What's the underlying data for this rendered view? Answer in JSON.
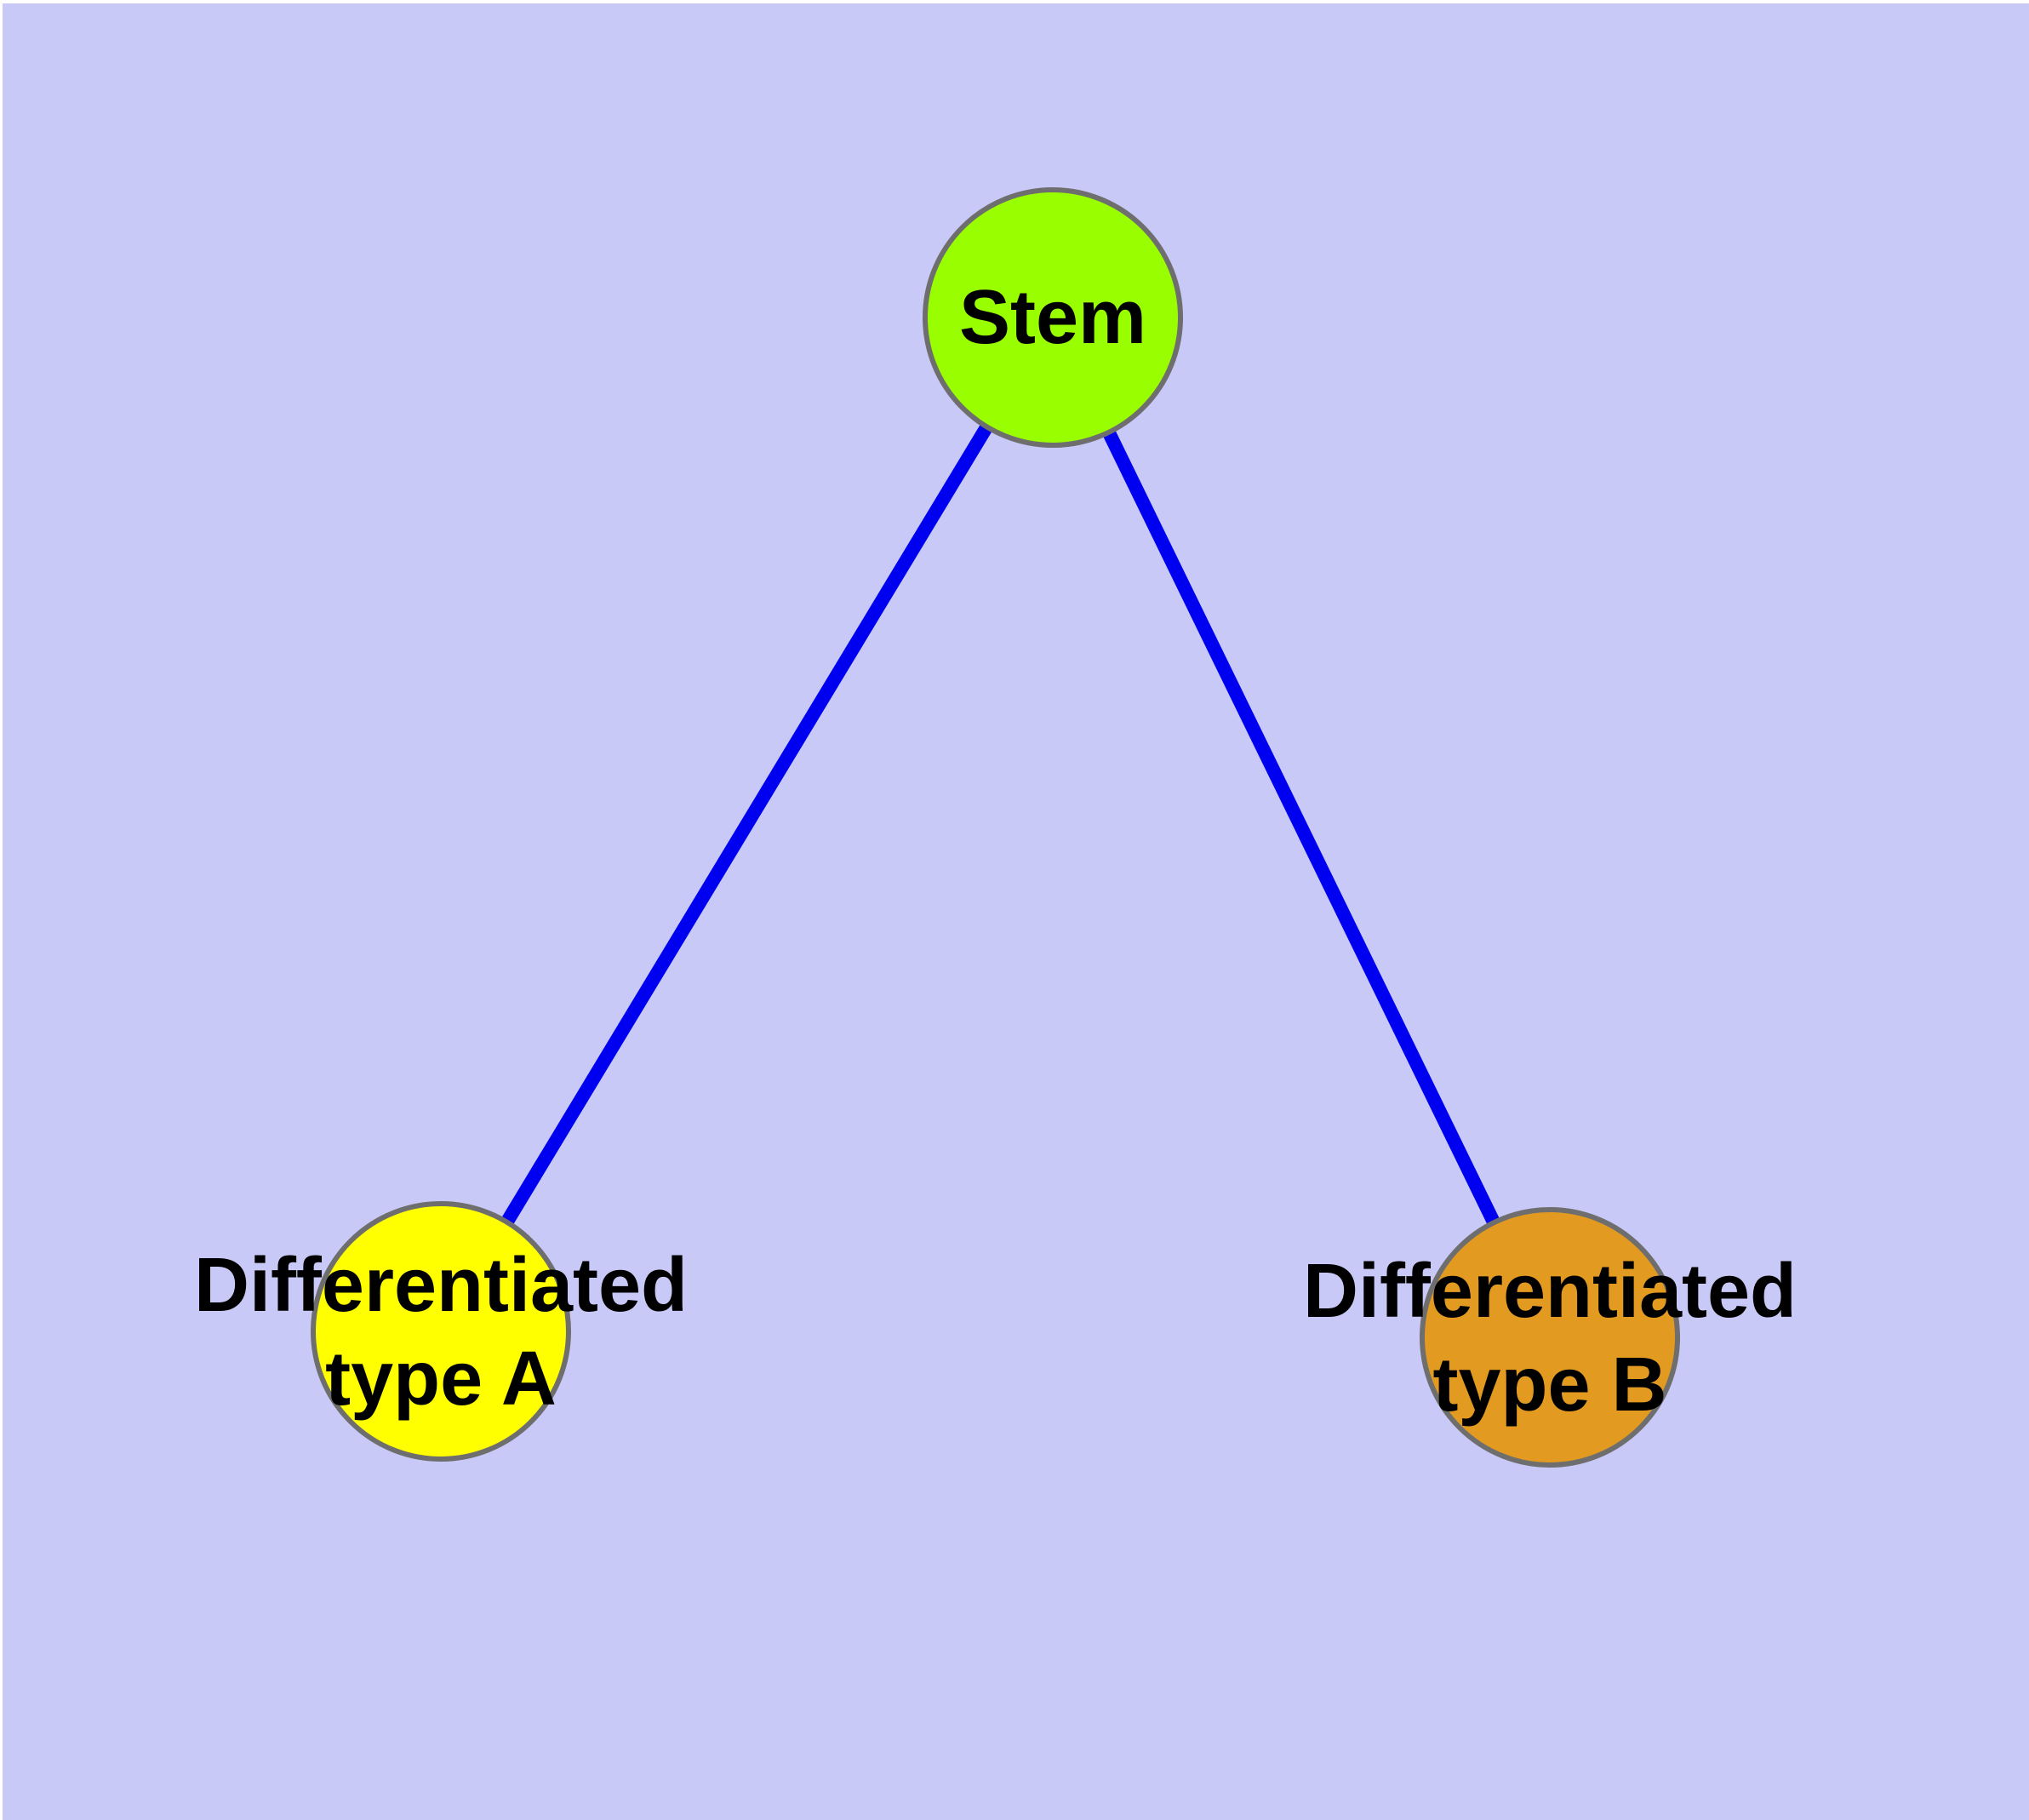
{
  "diagram": {
    "background_color": "#C9C9F7",
    "page_margin_color": "#FFFFFF",
    "edge_color": "#0000F0",
    "node_border_color": "#6E6E6E",
    "text_color": "#000000",
    "nodes": {
      "stem": {
        "label": "Stem",
        "fill": "#99FE00"
      },
      "type_a": {
        "label_line1": "Differentiated",
        "label_line2": "type A",
        "fill": "#FFFF00"
      },
      "type_b": {
        "label_line1": "Differentiated",
        "label_line2": "type B",
        "fill": "#E39A20"
      }
    },
    "edges": [
      {
        "from": "Stem",
        "to": "Differentiated type A"
      },
      {
        "from": "Stem",
        "to": "Differentiated type B"
      }
    ]
  }
}
